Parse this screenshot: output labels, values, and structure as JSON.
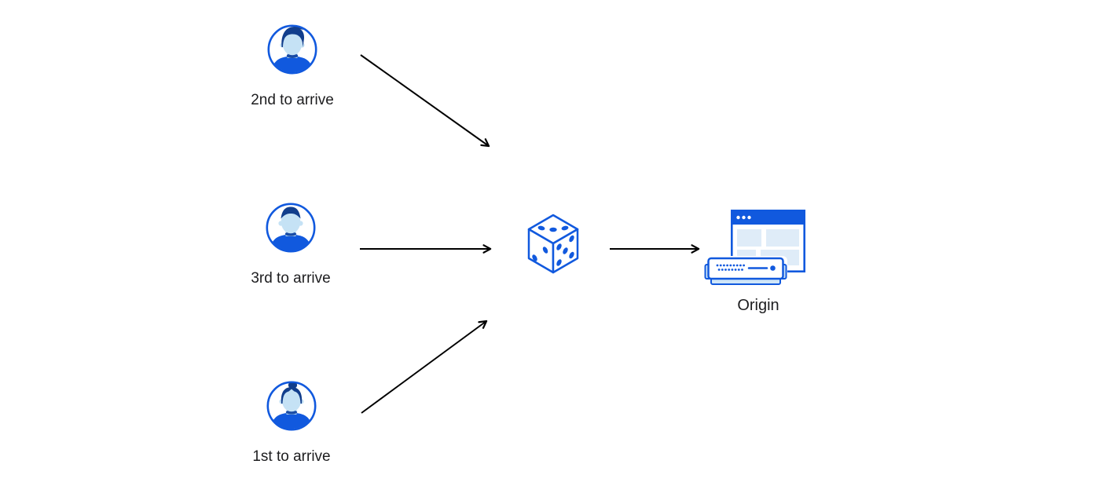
{
  "clients": [
    {
      "label": "2nd to arrive",
      "avatar": "male-swept-hair"
    },
    {
      "label": "3rd to arrive",
      "avatar": "male-short-hair"
    },
    {
      "label": "1st to arrive",
      "avatar": "female-hair-bun"
    }
  ],
  "selector": {
    "icon": "dice-icon"
  },
  "origin": {
    "label": "Origin",
    "icons": [
      "browser-window-icon",
      "server-icon"
    ]
  },
  "colors": {
    "background": "#ffffff",
    "primary_blue": "#1159DE",
    "dark_navy": "#123E8C",
    "light_face": "#C5E2F5",
    "neck_shade": "#AFD4EF",
    "chin_shadow": "#1A4CA6",
    "pane_blue": "#DFECF8",
    "server_trim": "#CFE6F8",
    "arrow_black": "#000000",
    "text": "#1d1d1f"
  }
}
